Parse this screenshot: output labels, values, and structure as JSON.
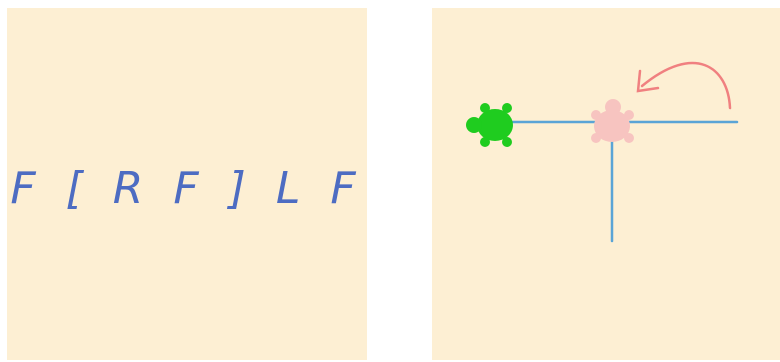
{
  "left_panel": {
    "command_string": "F [ R F ] L F"
  },
  "right_panel": {
    "colors": {
      "panel_background": "#fdefd3",
      "path_line": "#5aa4d6",
      "active_turtle": "#1fcc1f",
      "ghost_turtle": "#f7c4c0",
      "turn_arrow": "#f08080"
    },
    "icons": [
      "turtle-icon-active",
      "turtle-icon-ghost",
      "turn-arrow-icon"
    ]
  }
}
